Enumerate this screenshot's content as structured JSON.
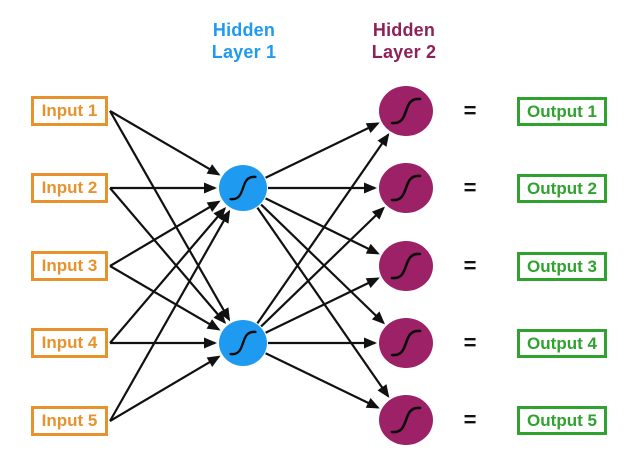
{
  "diagram": {
    "titles": {
      "hidden1": "Hidden\nLayer 1",
      "hidden2": "Hidden\nLayer 2"
    },
    "inputs": [
      "Input 1",
      "Input 2",
      "Input 3",
      "Input 4",
      "Input 5"
    ],
    "outputs": [
      "Output 1",
      "Output 2",
      "Output 3",
      "Output 4",
      "Output 5"
    ],
    "equals_sign": "=",
    "nodes": {
      "hidden1": [
        "sigmoid",
        "sigmoid"
      ],
      "hidden2": [
        "sigmoid",
        "sigmoid",
        "sigmoid",
        "sigmoid",
        "sigmoid"
      ]
    },
    "edges": [
      {
        "from": "input-box-1",
        "to": "hidden1-node-1"
      },
      {
        "from": "input-box-1",
        "to": "hidden1-node-2"
      },
      {
        "from": "input-box-2",
        "to": "hidden1-node-1"
      },
      {
        "from": "input-box-2",
        "to": "hidden1-node-2"
      },
      {
        "from": "input-box-3",
        "to": "hidden1-node-1"
      },
      {
        "from": "input-box-3",
        "to": "hidden1-node-2"
      },
      {
        "from": "input-box-4",
        "to": "hidden1-node-1"
      },
      {
        "from": "input-box-4",
        "to": "hidden1-node-2"
      },
      {
        "from": "input-box-5",
        "to": "hidden1-node-1"
      },
      {
        "from": "input-box-5",
        "to": "hidden1-node-2"
      },
      {
        "from": "hidden1-node-1",
        "to": "hidden2-node-1"
      },
      {
        "from": "hidden1-node-1",
        "to": "hidden2-node-2"
      },
      {
        "from": "hidden1-node-1",
        "to": "hidden2-node-3"
      },
      {
        "from": "hidden1-node-1",
        "to": "hidden2-node-4"
      },
      {
        "from": "hidden1-node-1",
        "to": "hidden2-node-5"
      },
      {
        "from": "hidden1-node-2",
        "to": "hidden2-node-1"
      },
      {
        "from": "hidden1-node-2",
        "to": "hidden2-node-2"
      },
      {
        "from": "hidden1-node-2",
        "to": "hidden2-node-3"
      },
      {
        "from": "hidden1-node-2",
        "to": "hidden2-node-4"
      },
      {
        "from": "hidden1-node-2",
        "to": "hidden2-node-5"
      }
    ]
  },
  "colors": {
    "input": "#E8922E",
    "hidden1": "#1E9BF0",
    "hidden2": "#9C2166",
    "hidden2-title": "#8E2157",
    "output": "#2FA22F",
    "arrow": "#111111"
  }
}
